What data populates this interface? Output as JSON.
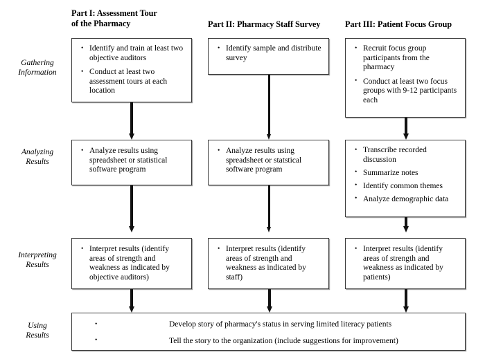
{
  "columns": [
    {
      "header": "Part I: Assessment Tour\nof the Pharmacy"
    },
    {
      "header": "Part II: Pharmacy Staff Survey"
    },
    {
      "header": "Part III: Patient Focus Group"
    }
  ],
  "stages": [
    {
      "label": "Gathering\nInformation"
    },
    {
      "label": "Analyzing\nResults"
    },
    {
      "label": "Interpreting\nResults"
    },
    {
      "label": "Using\nResults"
    }
  ],
  "gathering": {
    "col1": [
      "Identify and train at least two objective auditors",
      "Conduct at least two assessment tours at each location"
    ],
    "col2": [
      "Identify sample and distribute survey"
    ],
    "col3": [
      "Recruit focus group participants from the pharmacy",
      "Conduct at least two focus groups with 9-12 participants each"
    ]
  },
  "analyzing": {
    "col1": [
      "Analyze results using spreadsheet or statistical software program"
    ],
    "col2": [
      "Analyze results using spreadsheet or statstical software program"
    ],
    "col3": [
      "Transcribe recorded discussion",
      "Summarize notes",
      "Identify common themes",
      "Analyze demographic data"
    ]
  },
  "interpreting": {
    "col1": [
      "Interpret results (identify areas of strength and weakness as indicated by objective auditors)"
    ],
    "col2": [
      "Interpret results (identify areas of strength and weakness as indicated by staff)"
    ],
    "col3": [
      "Interpret results (identify areas of strength and weakness as indicated by patients)"
    ]
  },
  "using_results": [
    "Develop story of pharmacy's status in serving limited literacy patients",
    "Tell the story to the organization (include suggestions for improvement)"
  ],
  "colors": {
    "box_border": "#3a3a3a",
    "arrow": "#111111",
    "text": "#000000",
    "background": "#ffffff"
  }
}
